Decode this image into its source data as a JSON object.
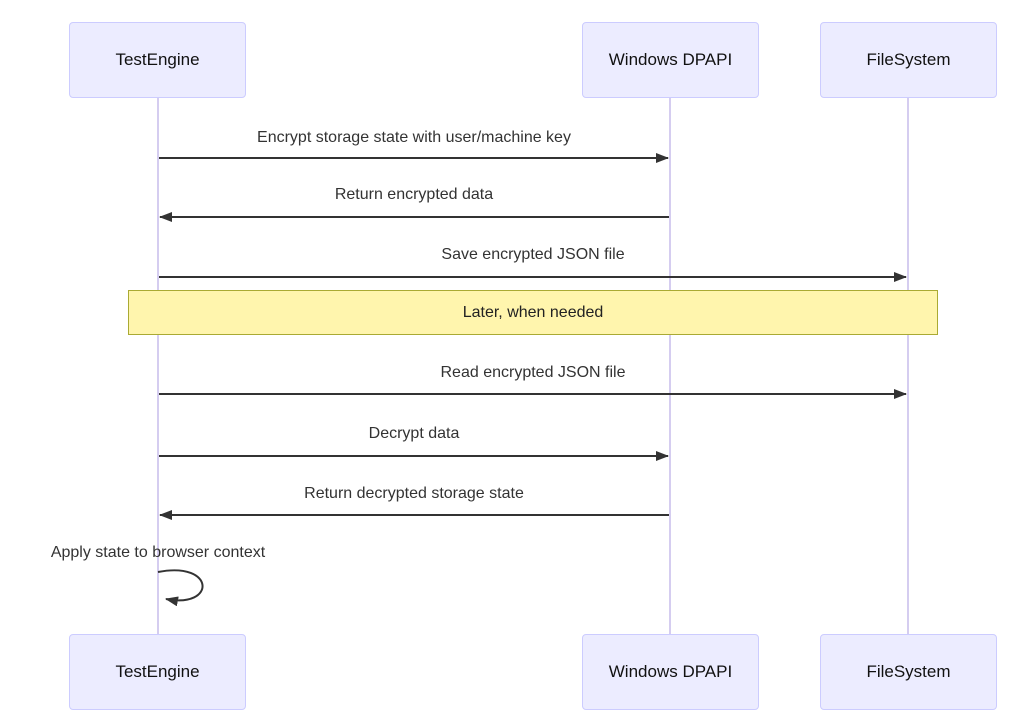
{
  "diagram": {
    "type": "sequence-diagram",
    "actors": [
      {
        "id": "testengine",
        "label": "TestEngine"
      },
      {
        "id": "windows-dpapi",
        "label": "Windows DPAPI"
      },
      {
        "id": "filesystem",
        "label": "FileSystem"
      }
    ],
    "messages": [
      {
        "from": "TestEngine",
        "to": "Windows DPAPI",
        "arrow": "solid-right",
        "label": "Encrypt storage state with user/machine key"
      },
      {
        "from": "Windows DPAPI",
        "to": "TestEngine",
        "arrow": "solid-left",
        "label": "Return encrypted data"
      },
      {
        "from": "TestEngine",
        "to": "FileSystem",
        "arrow": "solid-right",
        "label": "Save encrypted JSON file"
      },
      {
        "from": "TestEngine",
        "to": "FileSystem",
        "arrow": "solid-right",
        "label": "Read encrypted JSON file"
      },
      {
        "from": "TestEngine",
        "to": "Windows DPAPI",
        "arrow": "solid-right",
        "label": "Decrypt data"
      },
      {
        "from": "Windows DPAPI",
        "to": "TestEngine",
        "arrow": "solid-left",
        "label": "Return decrypted storage state"
      },
      {
        "from": "TestEngine",
        "to": "TestEngine",
        "arrow": "self-loop",
        "label": "Apply state to browser context"
      }
    ],
    "note": {
      "label": "Later, when needed",
      "over": "TestEngine,FileSystem"
    },
    "colors": {
      "actor_fill": "#ECECFF",
      "actor_border": "#CCCCFF",
      "lifeline": "#D5CDF0",
      "arrow": "#333333",
      "note_fill": "#FFF5AD",
      "note_border": "#AAAA33",
      "message_text": "#333333"
    }
  }
}
